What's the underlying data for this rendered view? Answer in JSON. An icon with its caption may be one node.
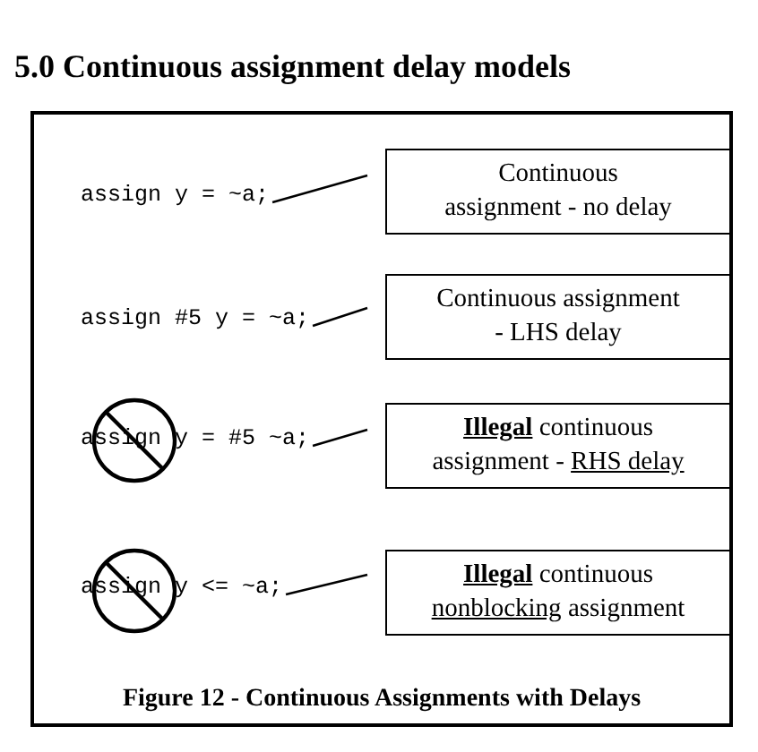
{
  "diagram": {
    "title": "5.0  Continuous assignment delay models",
    "caption": "Figure 12 - Continuous Assignments with Delays",
    "nodes": [
      {
        "text": [
          "assign y = ~a;"
        ]
      },
      {
        "text": [
          "Continuous assignment - no delay"
        ]
      },
      {
        "text": [
          "assign #5 y = ~a;"
        ]
      },
      {
        "text": [
          "Continuous assignment - LHS delay"
        ]
      },
      {
        "text": [
          "assign y = #5 ~a;"
        ]
      },
      {
        "text": [
          "**Illegal** continuous assignment - *RHS delay*"
        ]
      },
      {
        "text": [
          "assign y <= ~a;"
        ]
      },
      {
        "text": [
          "**Illegal** continuous *nonblocking* assignment"
        ]
      }
    ],
    "edges": [
      {
        "from": 0,
        "to": 1,
        "arrow": "none"
      },
      {
        "from": 2,
        "to": 3,
        "arrow": "none"
      },
      {
        "from": 4,
        "to": 5,
        "arrow": "none"
      },
      {
        "from": 6,
        "to": 7,
        "arrow": "none"
      }
    ]
  }
}
